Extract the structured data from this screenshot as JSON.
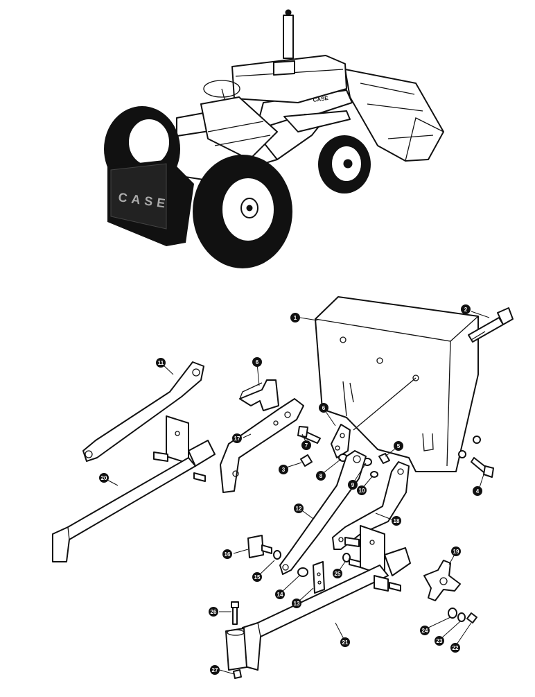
{
  "tractor": {
    "hood_badge": "CASE",
    "weight_lettering": "CASE"
  },
  "callouts": [
    "1",
    "2",
    "3",
    "4",
    "5",
    "6",
    "6",
    "7",
    "8",
    "9",
    "10",
    "11",
    "12",
    "13",
    "14",
    "15",
    "16",
    "17",
    "18",
    "19",
    "20",
    "21",
    "22",
    "23",
    "24",
    "25",
    "26",
    "27"
  ]
}
